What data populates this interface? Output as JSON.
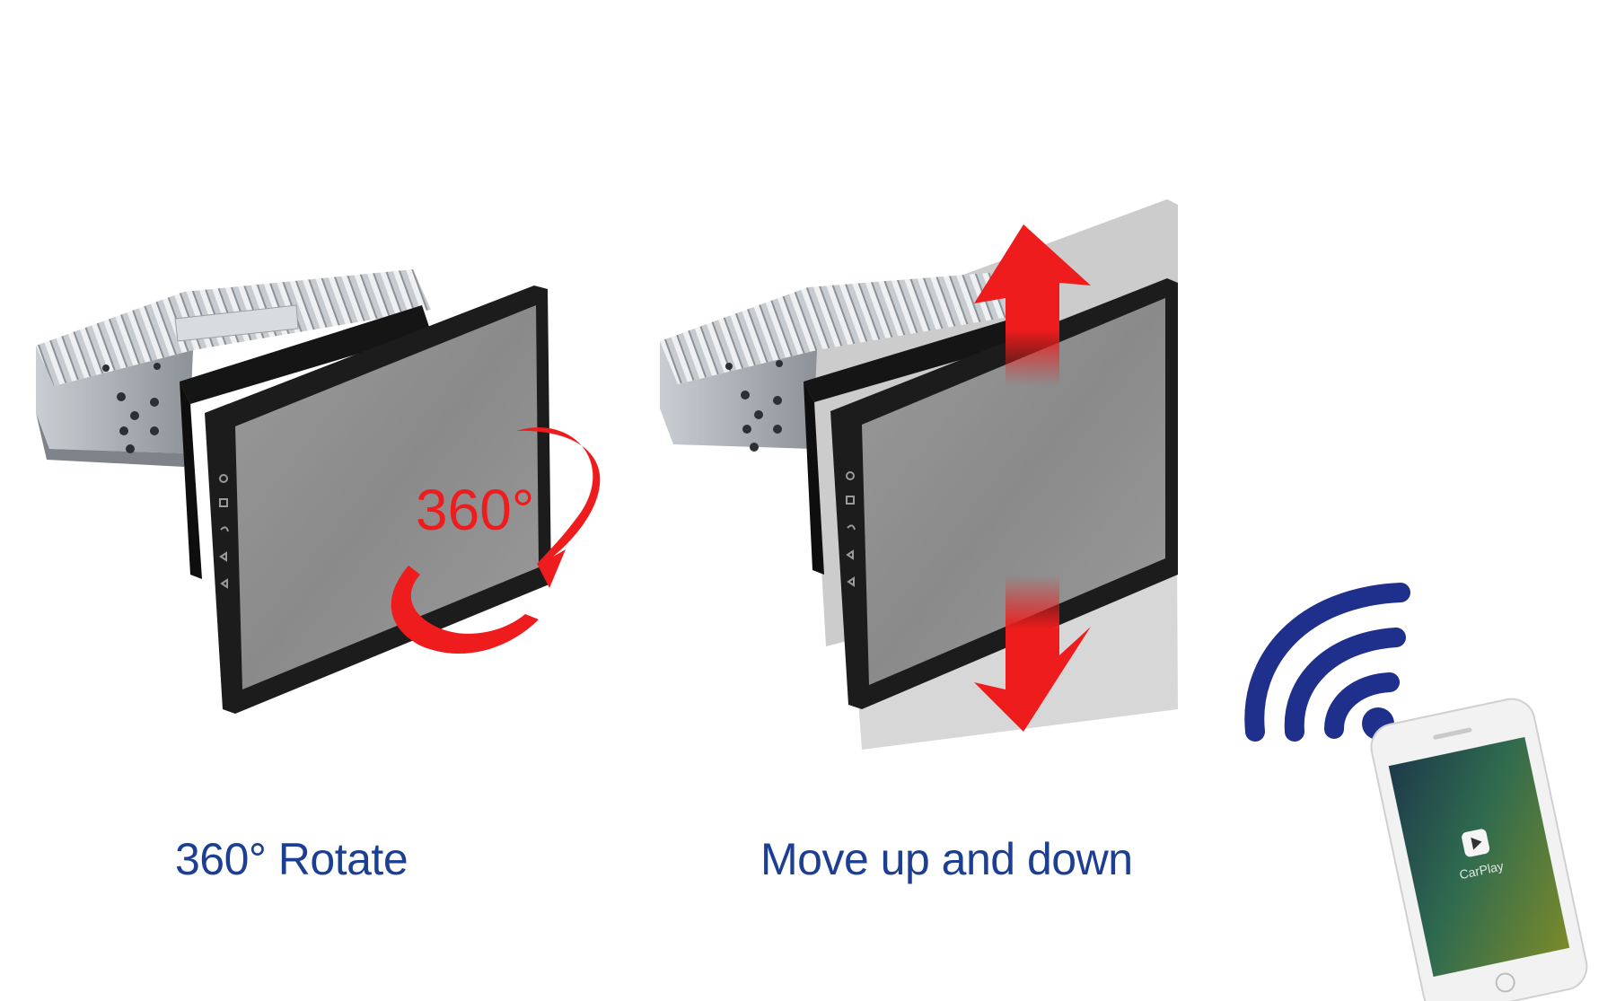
{
  "captions": {
    "rotate": "360° Rotate",
    "move": "Move up and down"
  },
  "rotate_badge": "360°",
  "phone": {
    "app_label": "CarPlay"
  },
  "colors": {
    "caption": "#1c3f93",
    "arrow": "#ee1c1c",
    "wifi": "#1f2f8c",
    "screen": "#8f8f8f",
    "bezel": "#1c1c1c",
    "chassis": "#b9bec3"
  },
  "icons": [
    "power-icon",
    "home-icon",
    "back-icon",
    "volume-up-icon",
    "volume-down-icon",
    "wifi-icon",
    "carplay-icon"
  ]
}
